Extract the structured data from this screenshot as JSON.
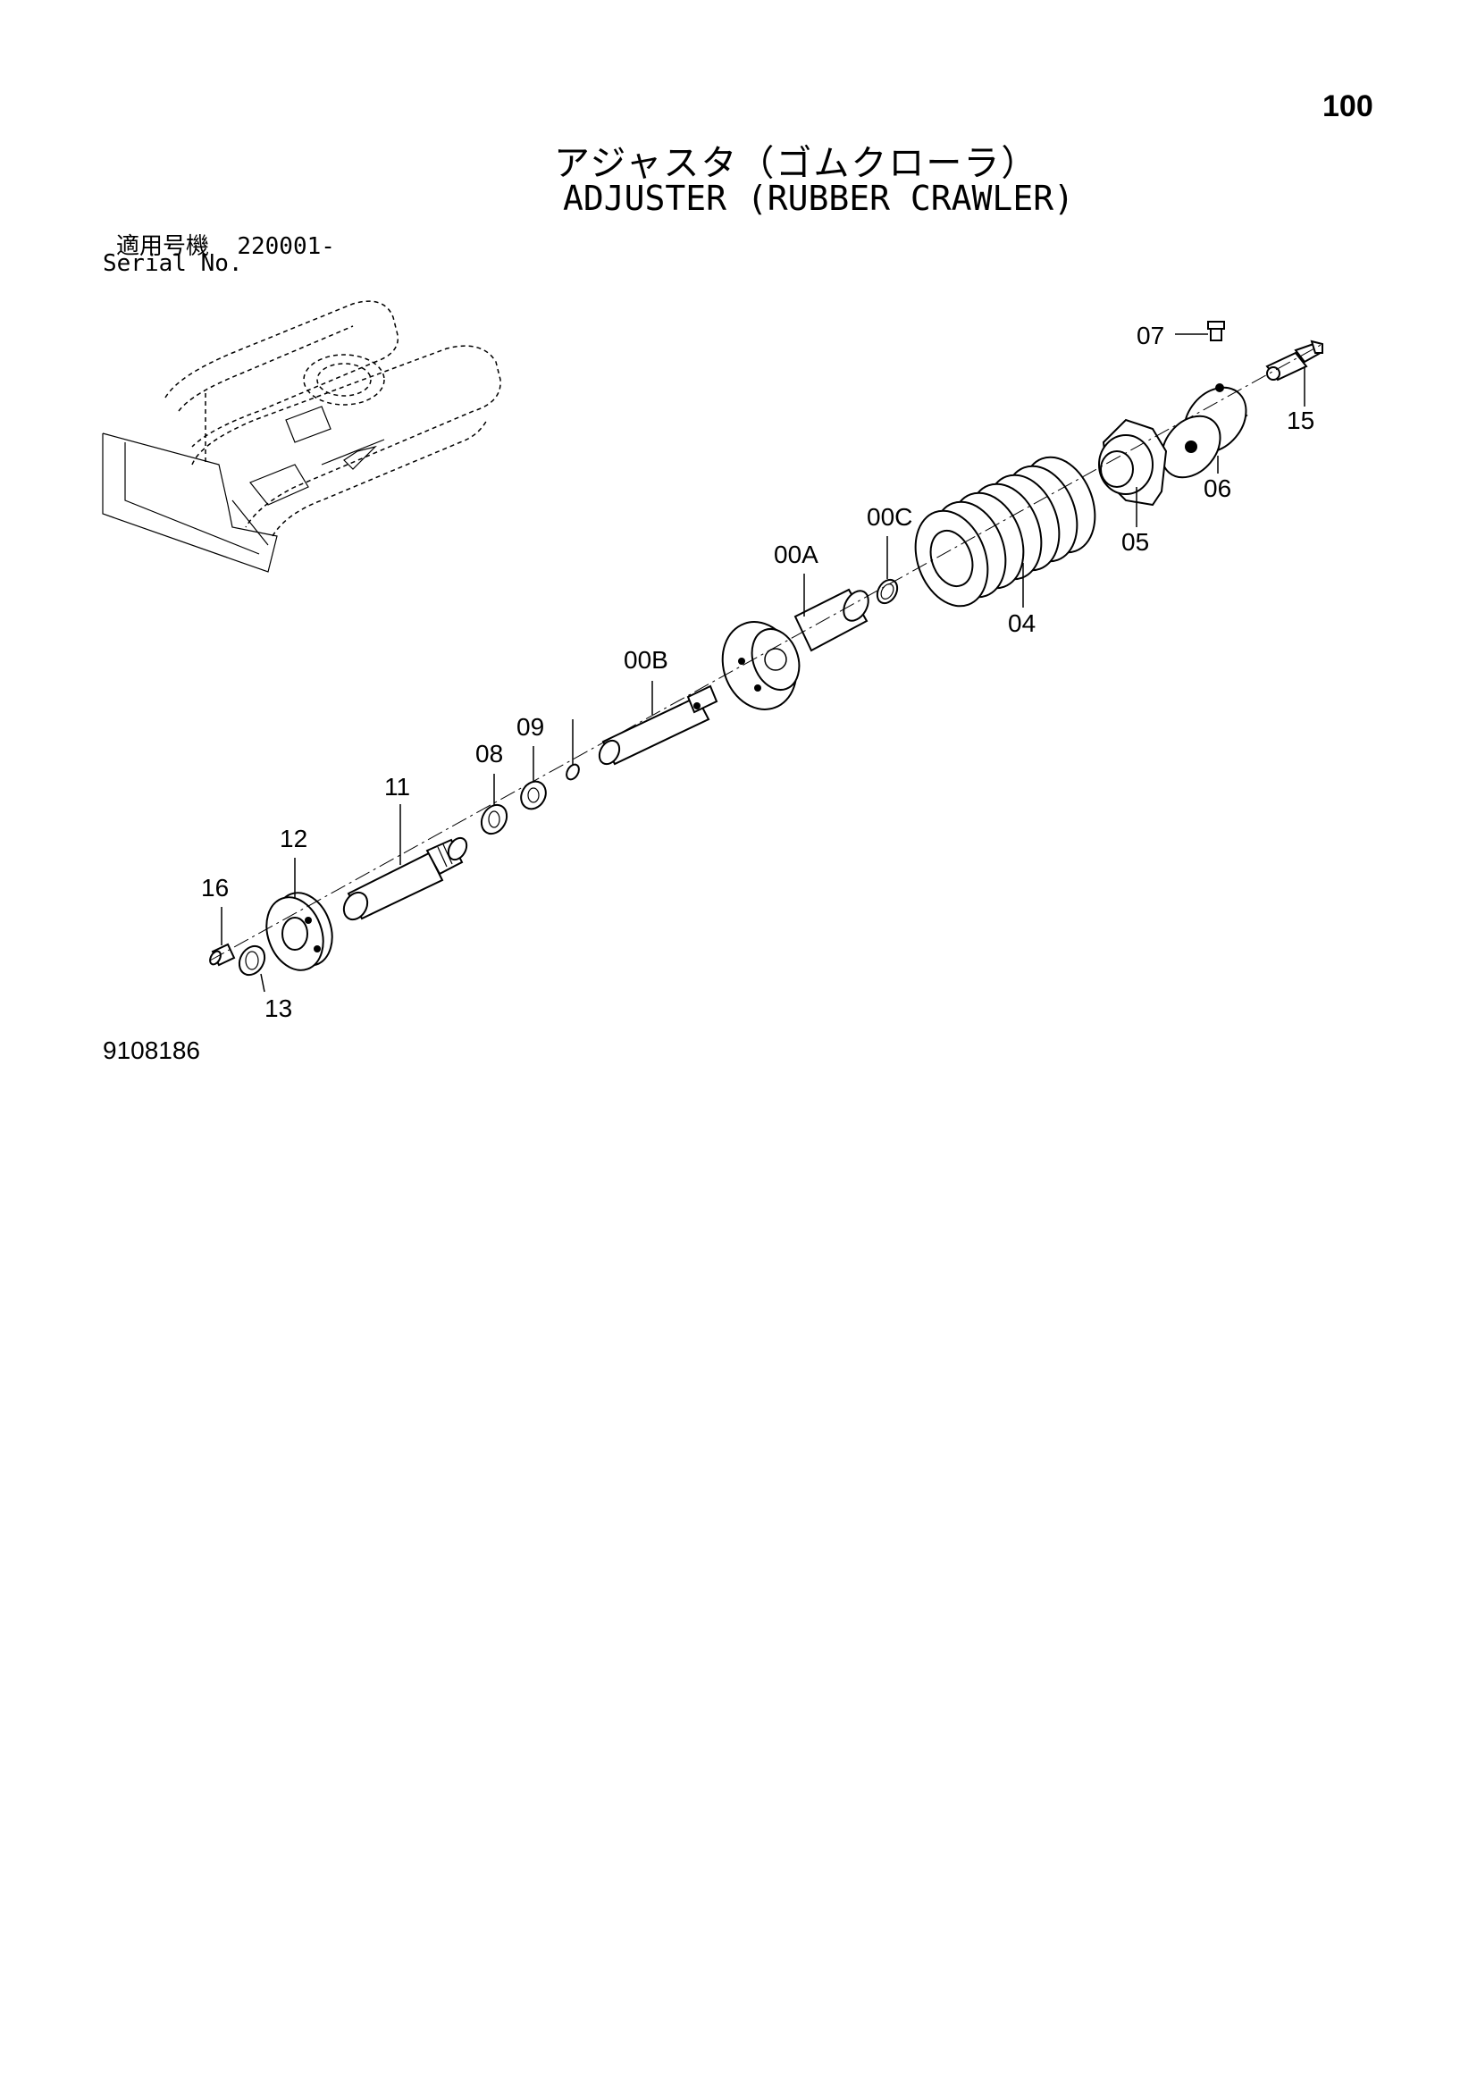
{
  "page_number": "100",
  "title_jp": "アジャスタ（ゴムクローラ）",
  "title_en": "ADJUSTER (RUBBER CRAWLER)",
  "serial_label_jp": "適用号機",
  "serial_value": "220001-",
  "serial_label_en": "Serial No.",
  "drawing_number": "9108186",
  "part_labels": {
    "p07": "07",
    "p15": "15",
    "p06": "06",
    "p05": "05",
    "p04": "04",
    "p00C": "00C",
    "p00A": "00A",
    "p00B": "00B",
    "p09": "09",
    "p08": "08",
    "p11": "11",
    "p12": "12",
    "p16": "16",
    "p13": "13"
  }
}
